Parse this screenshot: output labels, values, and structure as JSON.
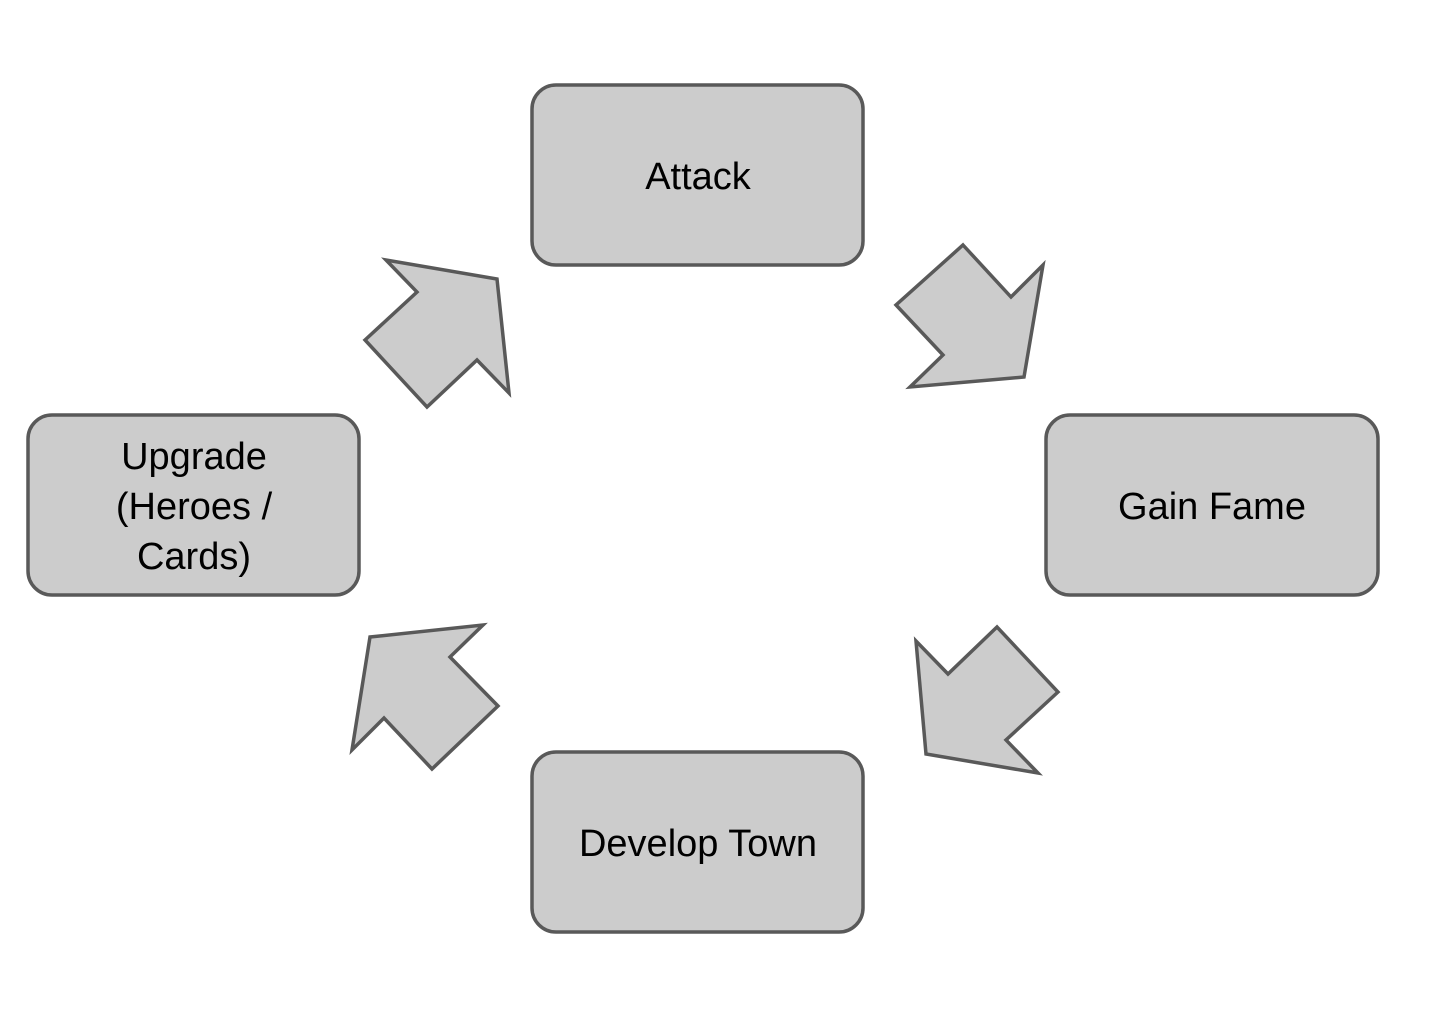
{
  "diagram": {
    "type": "cycle",
    "nodes": {
      "attack": {
        "label": "Attack"
      },
      "gain_fame": {
        "label": "Gain Fame"
      },
      "develop_town": {
        "label": "Develop Town"
      },
      "upgrade": {
        "lines": [
          "Upgrade",
          "(Heroes /",
          "Cards)"
        ]
      }
    },
    "edges": [
      {
        "from": "Attack",
        "to": "Gain Fame"
      },
      {
        "from": "Gain Fame",
        "to": "Develop Town"
      },
      {
        "from": "Develop Town",
        "to": "Upgrade (Heroes / Cards)"
      },
      {
        "from": "Upgrade (Heroes / Cards)",
        "to": "Attack"
      }
    ],
    "colors": {
      "fill": "#cccccc",
      "stroke": "#595959",
      "text": "#000000",
      "background": "#ffffff"
    }
  }
}
